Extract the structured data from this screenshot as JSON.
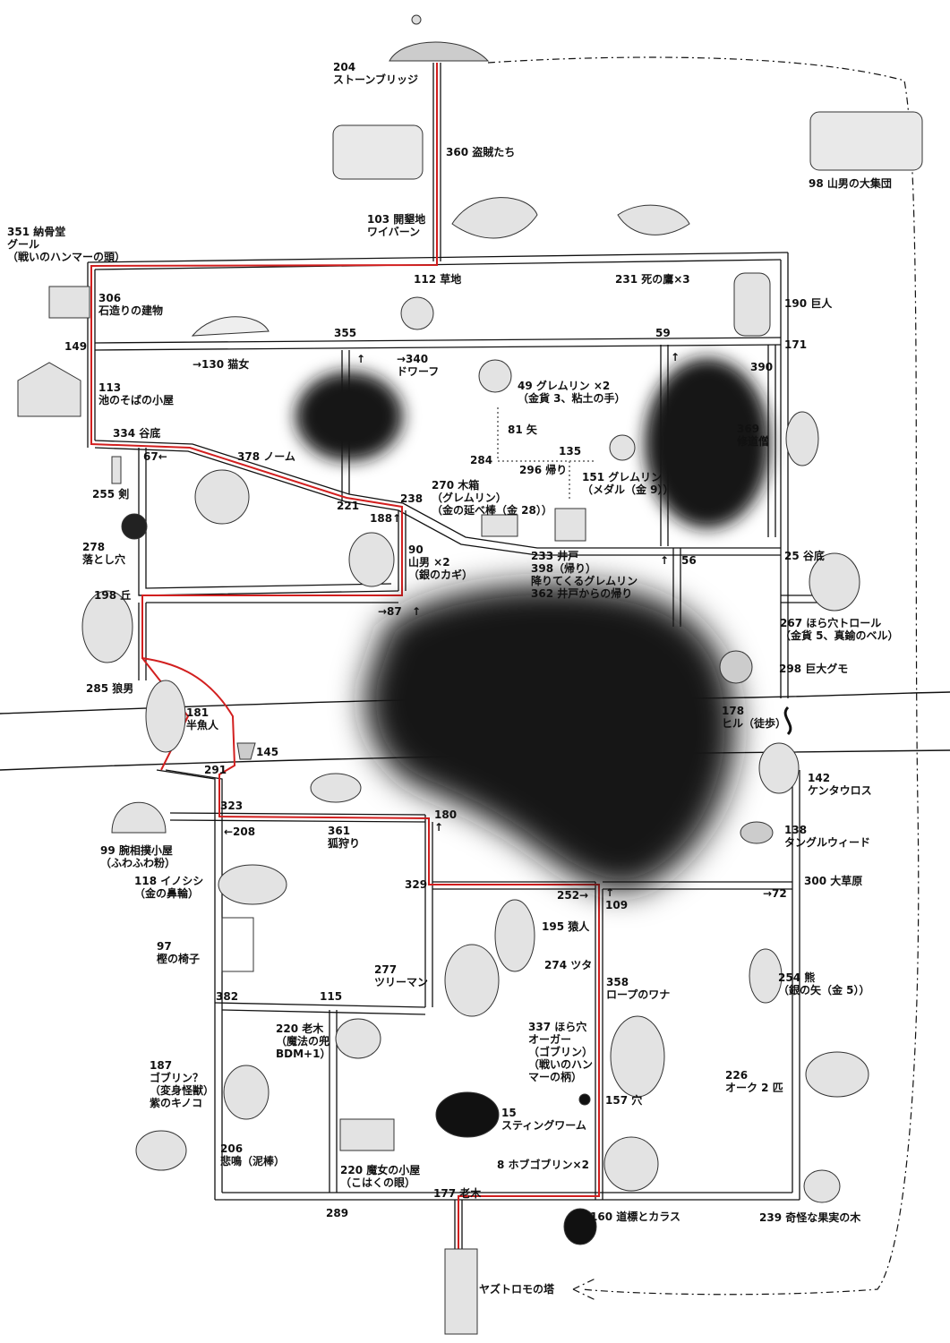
{
  "colors": {
    "road": "#111111",
    "route": "#d21f1f",
    "fog": "#151515",
    "paper": "#ffffff"
  },
  "locations": [
    {
      "id": "stone-bridge",
      "text": "204\nストーンブリッジ"
    },
    {
      "id": "bandits",
      "text": "360 盗賊たち"
    },
    {
      "id": "mountain-men-horde",
      "text": "98 山男の大集団"
    },
    {
      "id": "clearing-wyvern",
      "text": "103 開墾地\nワイバーン"
    },
    {
      "id": "ossuary-ghoul",
      "text": "351 納骨堂\nグール\n（戦いのハンマーの頭）"
    },
    {
      "id": "meadow",
      "text": "112 草地"
    },
    {
      "id": "death-hawks",
      "text": "231 死の鷹×3"
    },
    {
      "id": "giant",
      "text": "190 巨人"
    },
    {
      "id": "stone-building",
      "text": "306\n石造りの建物"
    },
    {
      "id": "cat-woman",
      "text": "→130 猫女"
    },
    {
      "id": "dwarf",
      "text": "→340\nドワーフ"
    },
    {
      "id": "gremlins-49",
      "text": "49 グレムリン ×2\n（金貨 3、粘土の手）"
    },
    {
      "id": "pond-hut",
      "text": "113\n池のそばの小屋"
    },
    {
      "id": "monk",
      "text": "369\n修道僧"
    },
    {
      "id": "valley-334",
      "text": "334 谷底"
    },
    {
      "id": "arrow-81",
      "text": "81 矢"
    },
    {
      "id": "gnome",
      "text": "378 ノーム"
    },
    {
      "id": "return-296",
      "text": "296 帰り"
    },
    {
      "id": "gremlin-151",
      "text": "151 グレムリン\n（メダル（金 9））"
    },
    {
      "id": "sword",
      "text": "255 剣"
    },
    {
      "id": "wooden-box",
      "text": "270 木箱\n（グレムリン）\n（金の延べ棒（金 28））"
    },
    {
      "id": "pitfall",
      "text": "278\n落とし穴"
    },
    {
      "id": "mountain-men-90",
      "text": "90\n山男 ×2\n（銀のカギ）"
    },
    {
      "id": "well",
      "text": "233 井戸\n398（帰り）\n降りてくるグレムリン\n362 井戸からの帰り"
    },
    {
      "id": "valley-25",
      "text": "25 谷底"
    },
    {
      "id": "hill",
      "text": "198 丘"
    },
    {
      "id": "cave-troll",
      "text": "267 ほら穴トロール\n（金貨 5、真鍮のベル）"
    },
    {
      "id": "werewolf",
      "text": "285 狼男"
    },
    {
      "id": "giant-spider",
      "text": "298 巨大グモ"
    },
    {
      "id": "fishman",
      "text": "181\n半魚人"
    },
    {
      "id": "leech",
      "text": "178\nヒル（徒歩）"
    },
    {
      "id": "centaur",
      "text": "142\nケンタウロス"
    },
    {
      "id": "wrestler-hut",
      "text": "99 腕相撲小屋\n（ふわふわ粉）"
    },
    {
      "id": "fox-hunt",
      "text": "361\n狐狩り"
    },
    {
      "id": "tanglewood",
      "text": "138\nタングルウィード"
    },
    {
      "id": "boar",
      "text": "118 イノシシ\n（金の鼻輪）"
    },
    {
      "id": "prairie",
      "text": "300 大草原"
    },
    {
      "id": "ape-man",
      "text": "195 猿人"
    },
    {
      "id": "oak-chair",
      "text": "97\n樫の椅子"
    },
    {
      "id": "ivy",
      "text": "274 ツタ"
    },
    {
      "id": "rope-trap",
      "text": "358\nロープのワナ"
    },
    {
      "id": "tree-man",
      "text": "277\nツリーマン"
    },
    {
      "id": "bear",
      "text": "254 熊\n（銀の矢（金 5））"
    },
    {
      "id": "old-tree-220",
      "text": "220 老木\n（魔法の兜\nBDM+1）"
    },
    {
      "id": "cave-ogre",
      "text": "337 ほら穴\nオーガー\n（ゴブリン）\n（戦いのハン\nマーの柄）"
    },
    {
      "id": "goblin-187",
      "text": "187\nゴブリン？\n（変身怪獣）\n紫のキノコ"
    },
    {
      "id": "orcs",
      "text": "226\nオーク 2 匹"
    },
    {
      "id": "stingworm",
      "text": "15\nスティングワーム"
    },
    {
      "id": "hole-157",
      "text": "157 穴"
    },
    {
      "id": "wail",
      "text": "206\n悲鳴（泥棒）"
    },
    {
      "id": "hobgoblins",
      "text": "8 ホブゴブリン×2"
    },
    {
      "id": "witch-hut",
      "text": "220 魔女の小屋\n（こはくの眼）"
    },
    {
      "id": "old-tree-177",
      "text": "177 老木"
    },
    {
      "id": "signpost-crow",
      "text": "160 道標とカラス"
    },
    {
      "id": "strange-fruit-tree",
      "text": "239 奇怪な果実の木"
    },
    {
      "id": "yaztromo-tower",
      "text": "ヤズトロモの塔"
    }
  ],
  "junctions": [
    "149",
    "355",
    "59",
    "171",
    "390",
    "↑",
    "↑",
    "67←",
    "221",
    "238",
    "188↑",
    "56",
    "↑",
    "→87",
    "↑",
    "145",
    "291",
    "323",
    "←208",
    "180\n↑",
    "329",
    "252→",
    "↑\n109",
    "→72",
    "382",
    "115",
    "284",
    "135",
    "289"
  ]
}
